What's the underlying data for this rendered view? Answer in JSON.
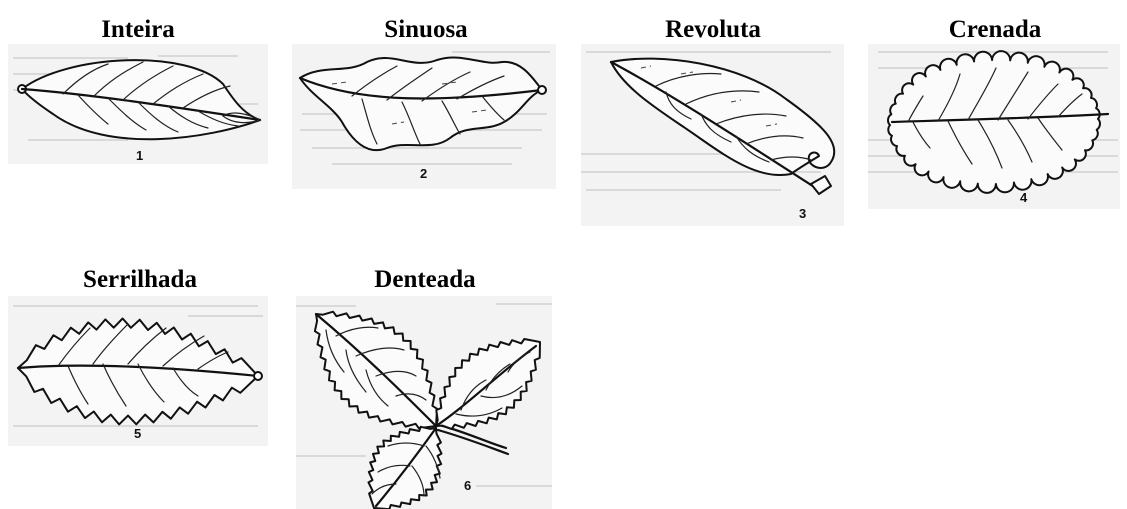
{
  "leaves": [
    {
      "title": "Inteira",
      "number": "1"
    },
    {
      "title": "Sinuosa",
      "number": "2"
    },
    {
      "title": "Revoluta",
      "number": "3"
    },
    {
      "title": "Crenada",
      "number": "4"
    },
    {
      "title": "Serrilhada",
      "number": "5"
    },
    {
      "title": "Denteada",
      "number": "6"
    }
  ]
}
